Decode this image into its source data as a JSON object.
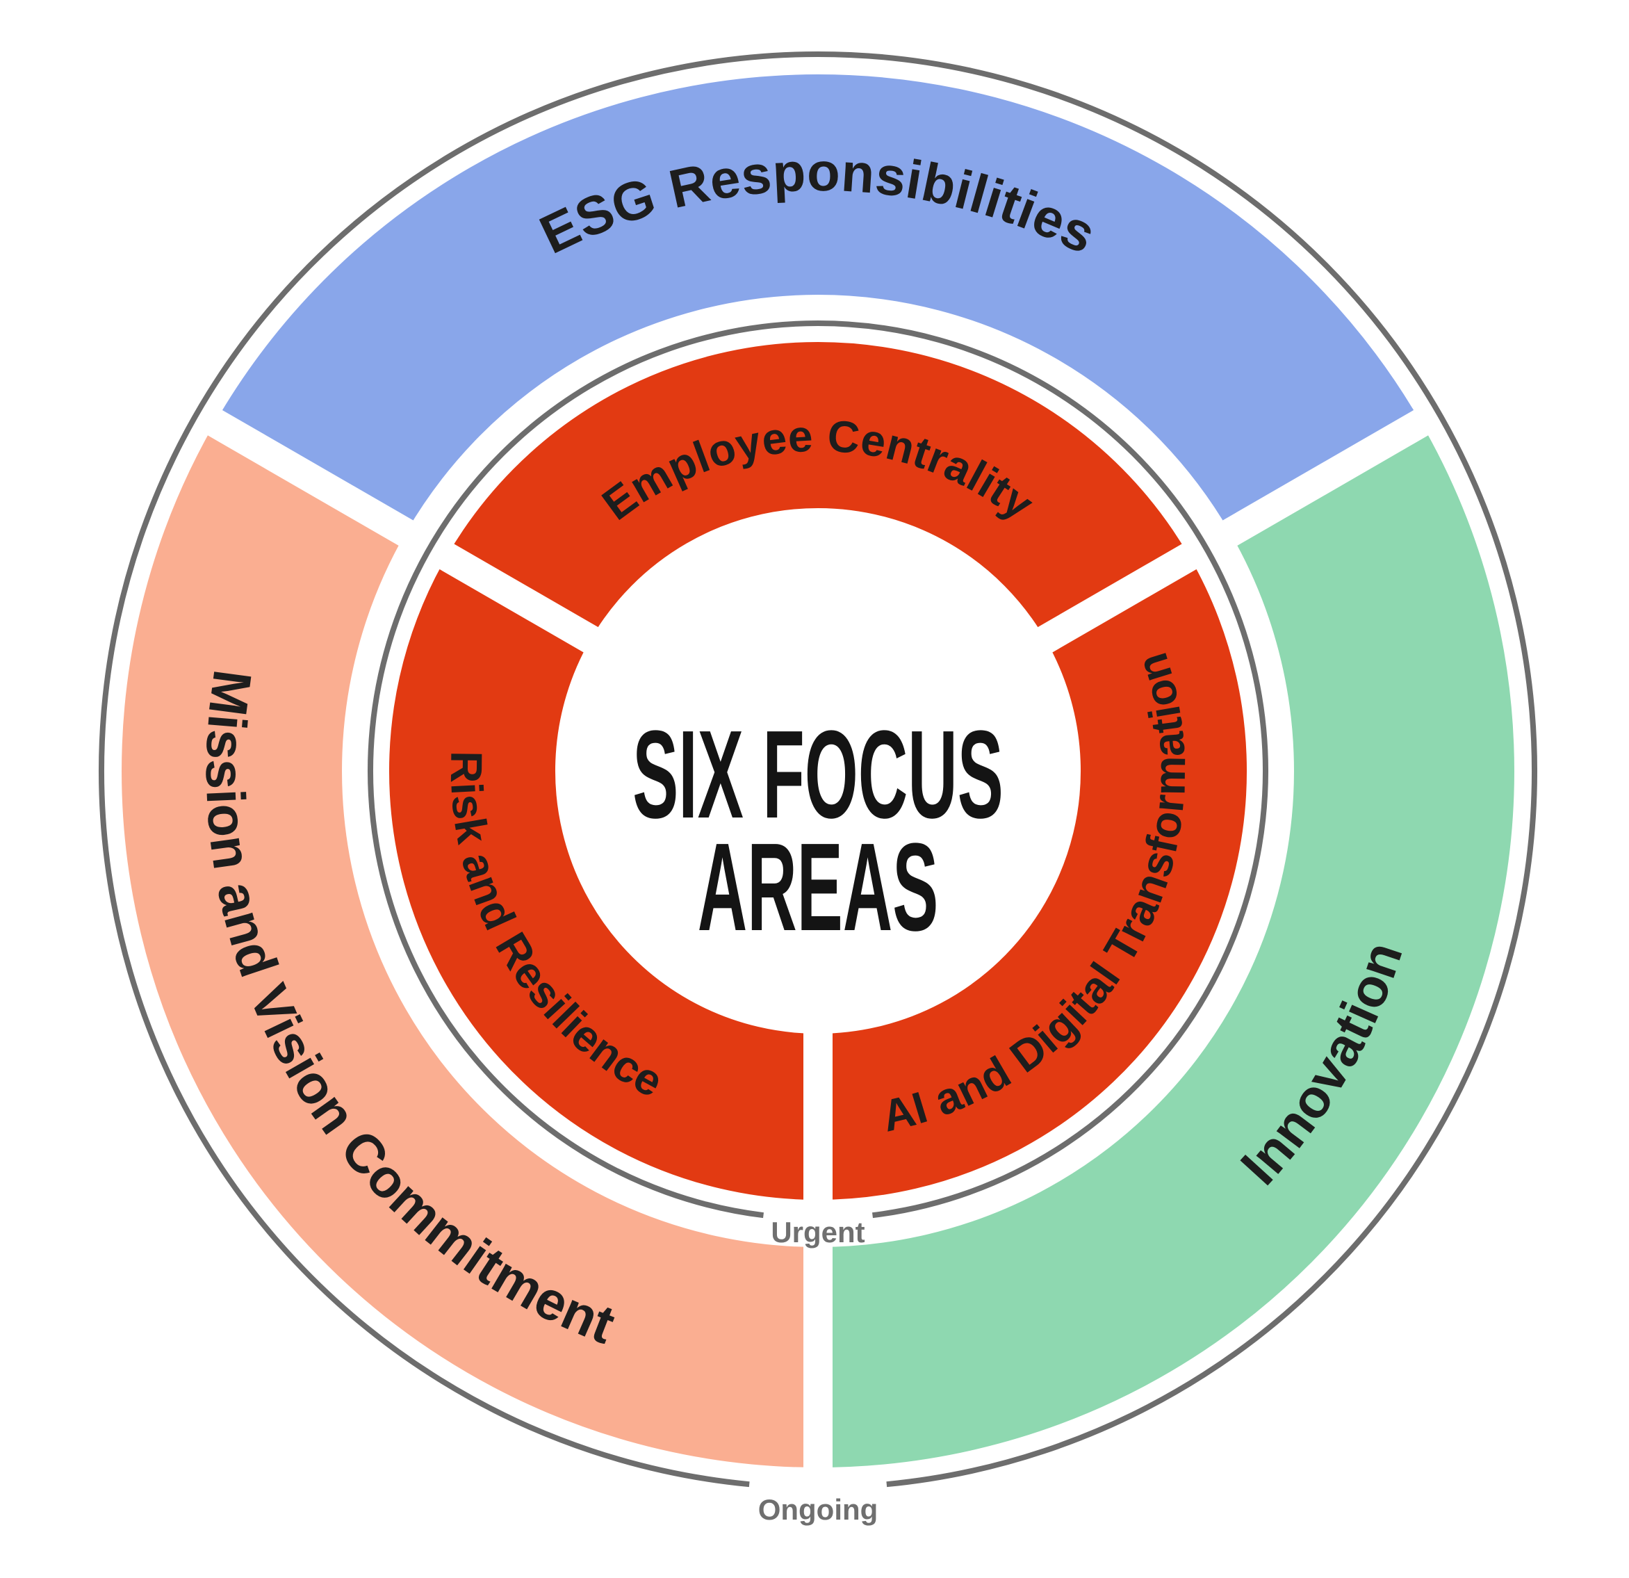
{
  "title": {
    "line1": "SIX FOCUS",
    "line2": "AREAS"
  },
  "outer_ring": {
    "marker_label": "Ongoing",
    "segments": [
      {
        "id": "esg",
        "position": "top",
        "label": "ESG Responsibilities",
        "color": "#89A6EA"
      },
      {
        "id": "innovation",
        "position": "right",
        "label": "Innovation",
        "color": "#8ED8B0"
      },
      {
        "id": "mission",
        "position": "left",
        "label": "Mission and Vision Commitment",
        "color": "#FAAE91"
      }
    ]
  },
  "inner_ring": {
    "marker_label": "Urgent",
    "color": "#E23A12",
    "segments": [
      {
        "id": "employee",
        "position": "top",
        "label": "Employee Centrality"
      },
      {
        "id": "aidt",
        "position": "right",
        "label": "AI and Digital Transformation"
      },
      {
        "id": "risk",
        "position": "left",
        "label": "Risk and Resilience"
      }
    ]
  },
  "colors": {
    "background": "#FFFFFF",
    "gap_white": "#FFFFFF",
    "ring_outline_gray": "#6D6D6D",
    "marker_text_gray": "#6F6F6F",
    "label_text": "#1D1D1D",
    "center_text": "#141414"
  }
}
